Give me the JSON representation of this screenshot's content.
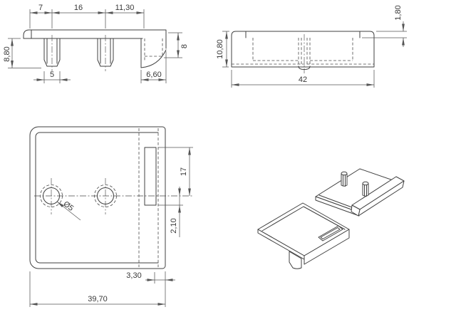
{
  "title": "End cap technical drawing",
  "colors": {
    "background": "#ffffff",
    "edges": "#404040",
    "dimension_lines": "#555555",
    "dimension_text": "#383838"
  },
  "views": {
    "front": {
      "dims": {
        "pin_offset_left": "7",
        "pin_spacing": "16",
        "flange_offset": "11,30",
        "pin_length": "8,80",
        "pin_width": "5",
        "flange_width": "6,60",
        "flange_height": "8"
      }
    },
    "side": {
      "dims": {
        "lip_height": "1,80",
        "total_height": "10,80",
        "total_width": "42"
      }
    },
    "top": {
      "dims": {
        "slot_to_center": "17",
        "center_to_slot_bottom": "2,10",
        "slot_edge_inset": "3,30",
        "overall_width": "39,70",
        "hole_diameter": "Ø5"
      }
    }
  }
}
